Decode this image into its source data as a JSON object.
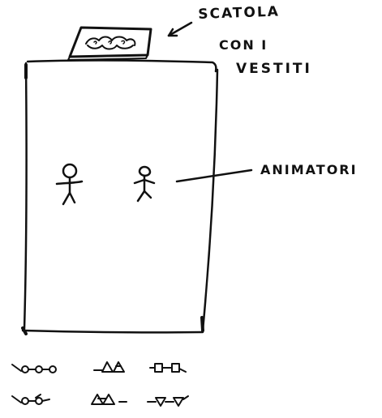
{
  "box_label": [
    "SCATOLA",
    "CON I",
    "VESTITI"
  ],
  "animators_label": "ANIMATORI",
  "ink_color": "#111111"
}
